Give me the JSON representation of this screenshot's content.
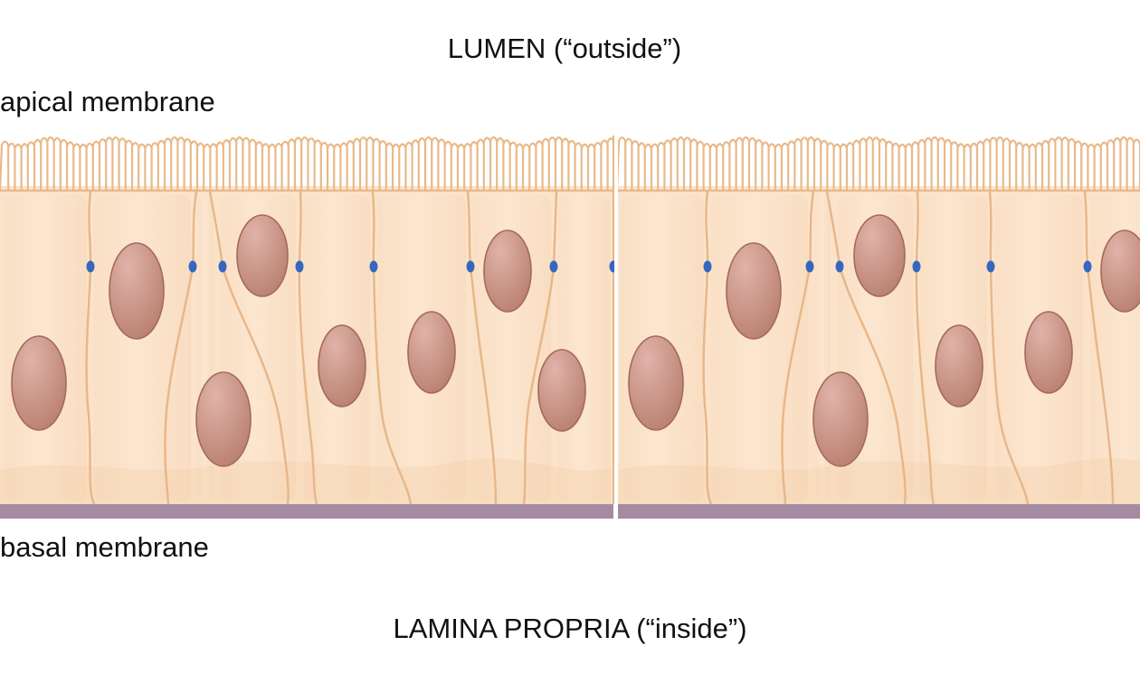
{
  "labels": {
    "lumen": "LUMEN (“outside”)",
    "apical": "apical membrane",
    "basal": "basal membrane",
    "lamina": "LAMINA PROPRIA (“inside”)"
  },
  "colors": {
    "cytoplasm": "#fbe3cb",
    "cytoplasm_shadow": "#f4d2b0",
    "membrane": "#e8b687",
    "microvilli": "#e9b989",
    "nucleus_light": "#dcaaa0",
    "nucleus_dark": "#b27766",
    "nucleus_outline": "#a46a5b",
    "basement_membrane": "#a58ba2",
    "tight_junction": "#3567c0"
  }
}
